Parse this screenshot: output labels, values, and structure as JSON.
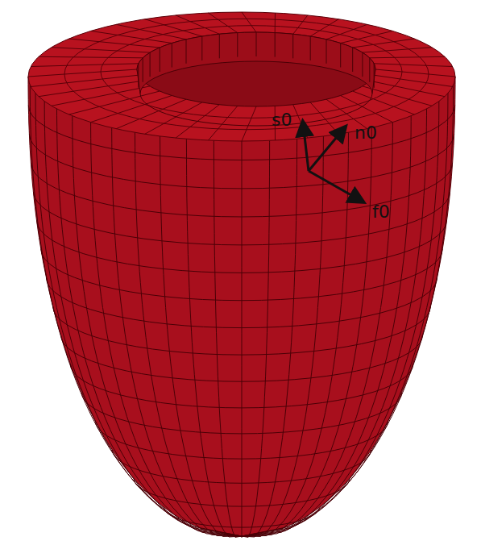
{
  "diagram": {
    "labels": [
      "s0",
      "n0",
      "f0"
    ]
  }
}
